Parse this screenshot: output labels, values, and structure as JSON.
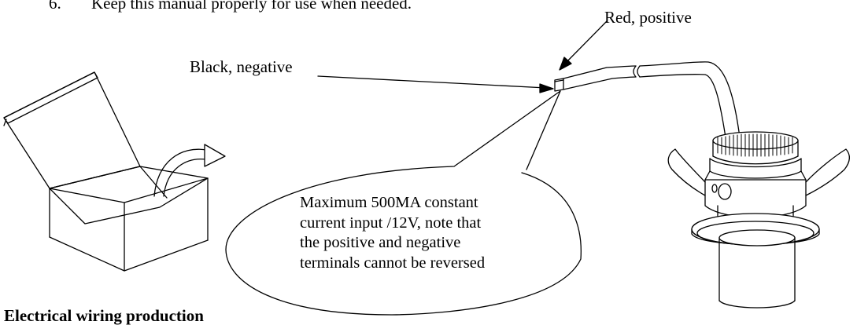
{
  "list": {
    "number": "6.",
    "text": "Keep this manual properly for use when needed."
  },
  "labels": {
    "red_wire": "Red, positive",
    "black_wire": "Black, negative"
  },
  "callout": {
    "line1": "Maximum 500MA constant",
    "line2": "current input /12V, note that",
    "line3": "the positive and negative",
    "line4": "terminals cannot be reversed"
  },
  "heading": "Electrical wiring production"
}
